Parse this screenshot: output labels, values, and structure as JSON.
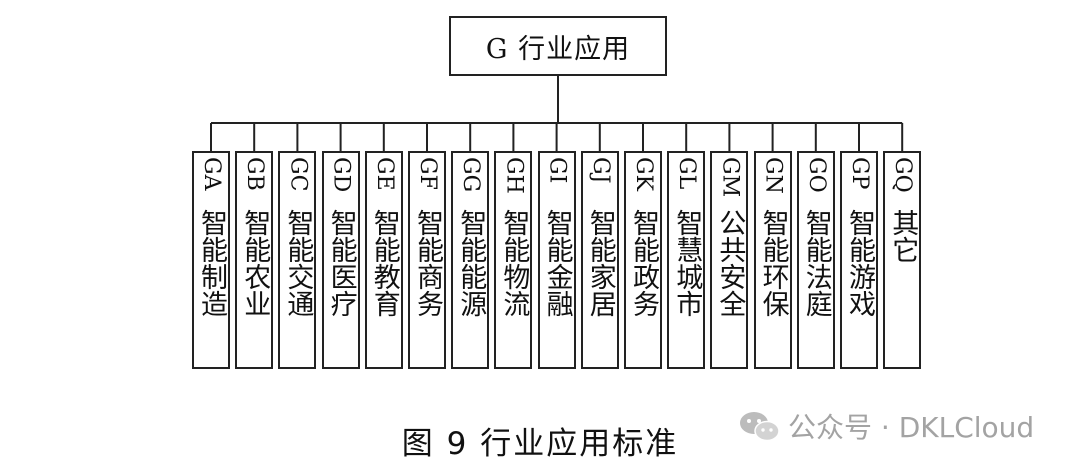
{
  "diagram": {
    "root_label": "G 行业应用",
    "children": [
      {
        "code": "GA",
        "name": "智能制造"
      },
      {
        "code": "GB",
        "name": "智能农业"
      },
      {
        "code": "GC",
        "name": "智能交通"
      },
      {
        "code": "GD",
        "name": "智能医疗"
      },
      {
        "code": "GE",
        "name": "智能教育"
      },
      {
        "code": "GF",
        "name": "智能商务"
      },
      {
        "code": "GG",
        "name": "智能能源"
      },
      {
        "code": "GH",
        "name": "智能物流"
      },
      {
        "code": "GI",
        "name": "智能金融"
      },
      {
        "code": "GJ",
        "name": "智能家居"
      },
      {
        "code": "GK",
        "name": "智能政务"
      },
      {
        "code": "GL",
        "name": "智慧城市"
      },
      {
        "code": "GM",
        "name": "公共安全"
      },
      {
        "code": "GN",
        "name": "智能环保"
      },
      {
        "code": "GO",
        "name": "智能法庭"
      },
      {
        "code": "GP",
        "name": "智能游戏"
      },
      {
        "code": "GQ",
        "name": "其它"
      }
    ]
  },
  "caption": "图 9 行业应用标准",
  "watermark": {
    "text": "公众号 · DKLCloud",
    "icon": "wechat-icon"
  },
  "colors": {
    "line": "#222222",
    "watermark": "#9a9a9a"
  }
}
